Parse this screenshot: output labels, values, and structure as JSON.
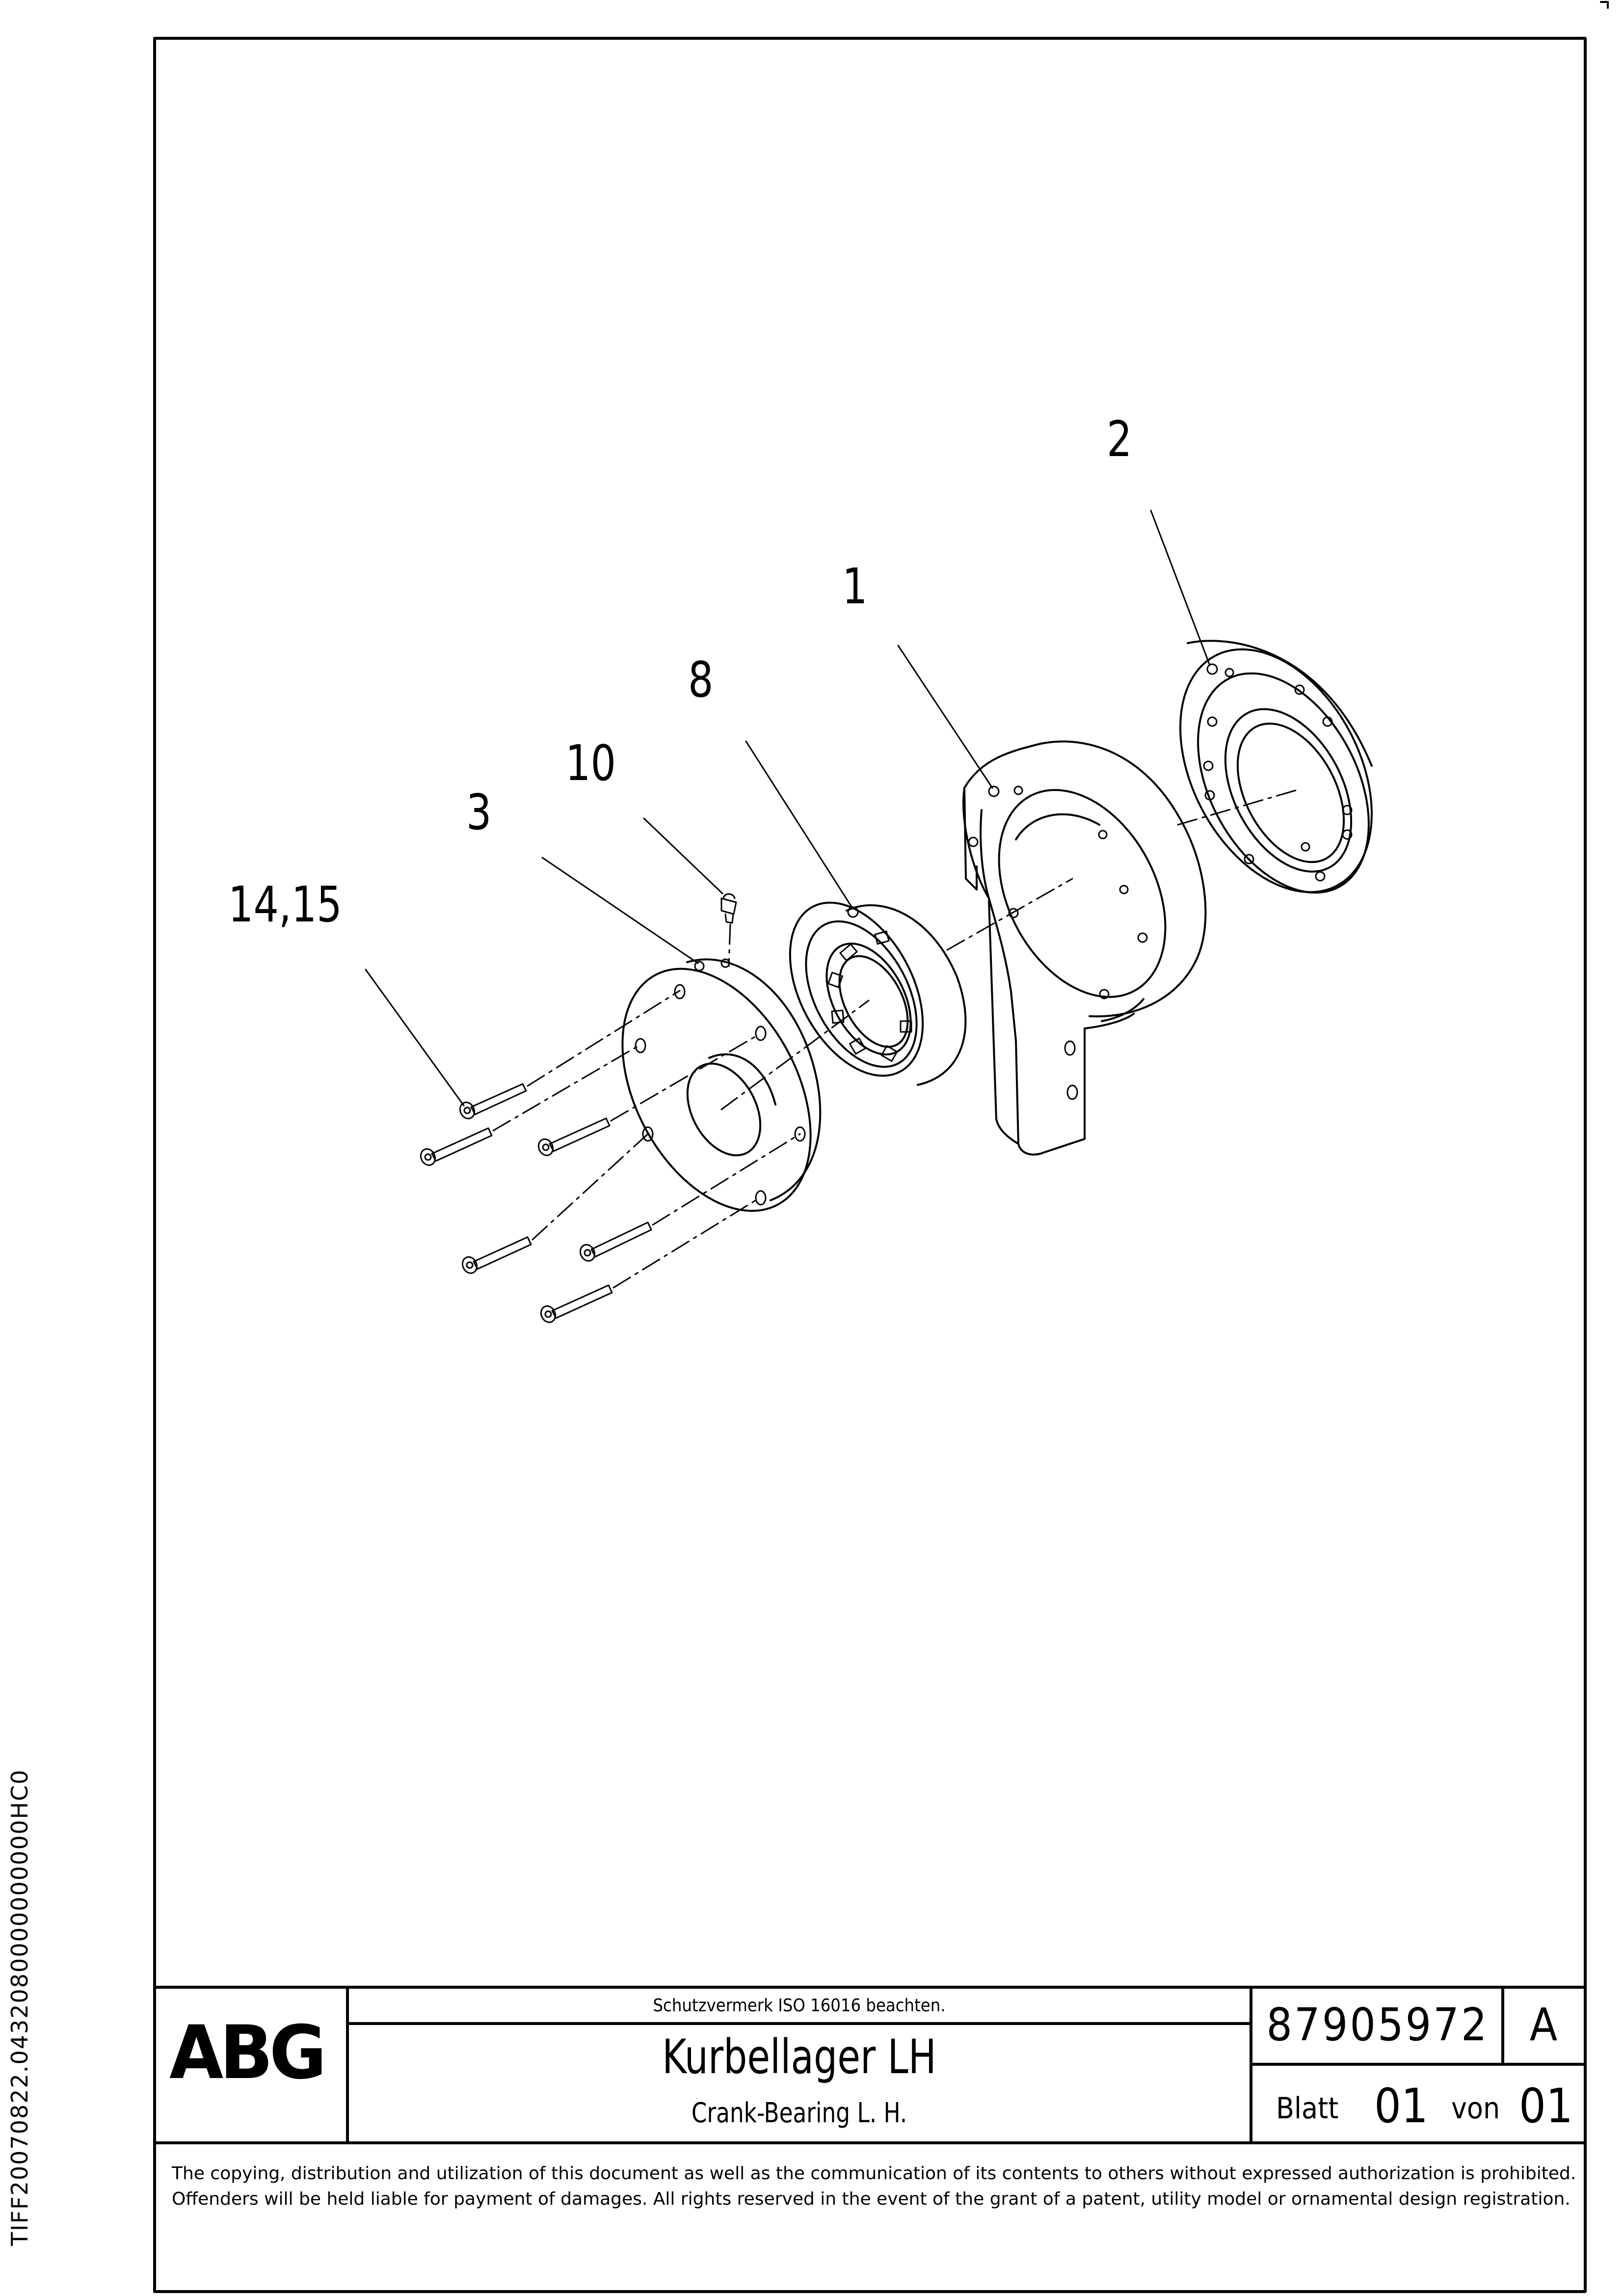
{
  "side_code": "TIFF20070822.0432080000000000HC0",
  "callouts": {
    "c1": "1",
    "c2": "2",
    "c3": "3",
    "c8": "8",
    "c10": "10",
    "c1415": "14,15"
  },
  "title_block": {
    "logo": "ABG",
    "protection_note": "Schutzvermerk ISO 16016 beachten.",
    "title_de": "Kurbellager LH",
    "title_en": "Crank-Bearing L. H.",
    "drawing_number": "87905972",
    "revision": "A",
    "sheet_label": "Blatt",
    "sheet_number": "01",
    "of_label": "von",
    "sheet_total": "01"
  },
  "copyright": "The copying, distribution and utilization of this document as well as the communication of its contents to others without expressed authorization is prohibited. Offenders will be held liable for payment of damages. All rights reserved in the event of the grant of a patent, utility model or ornamental design registration."
}
